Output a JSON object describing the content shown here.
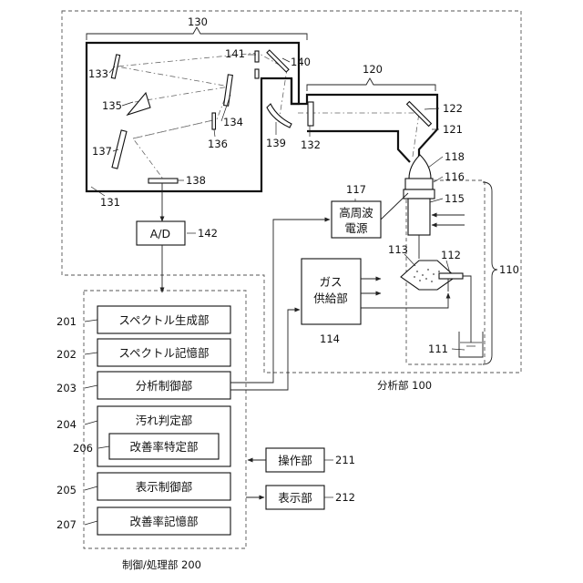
{
  "labels": {
    "n130": "130",
    "n141": "141",
    "n140": "140",
    "n120": "120",
    "n133": "133",
    "n135": "135",
    "n134": "134",
    "n136": "136",
    "n122": "122",
    "n121": "121",
    "n137": "137",
    "n139": "139",
    "n132": "132",
    "n118": "118",
    "n116": "116",
    "n138": "138",
    "n131": "131",
    "n117": "117",
    "n115": "115",
    "n142": "142",
    "n113": "113",
    "n112": "112",
    "n110": "110",
    "n114": "114",
    "n111": "111",
    "n201": "201",
    "n202": "202",
    "n203": "203",
    "n204": "204",
    "n206": "206",
    "n211": "211",
    "n205": "205",
    "n212": "212",
    "n207": "207"
  },
  "boxes": {
    "ad": "A/D",
    "hf_line1": "高周波",
    "hf_line2": "電源",
    "gas_line1": "ガス",
    "gas_line2": "供給部",
    "spectrum_gen": "スペクトル生成部",
    "spectrum_store": "スペクトル記憶部",
    "analysis_ctrl": "分析制御部",
    "contamination": "汚れ判定部",
    "improvement_id": "改善率特定部",
    "display_ctrl": "表示制御部",
    "improvement_store": "改善率記憶部",
    "operation": "操作部",
    "display": "表示部"
  },
  "regions": {
    "analysis_unit": "分析部 100",
    "control_unit": "制御/処理部 200"
  }
}
